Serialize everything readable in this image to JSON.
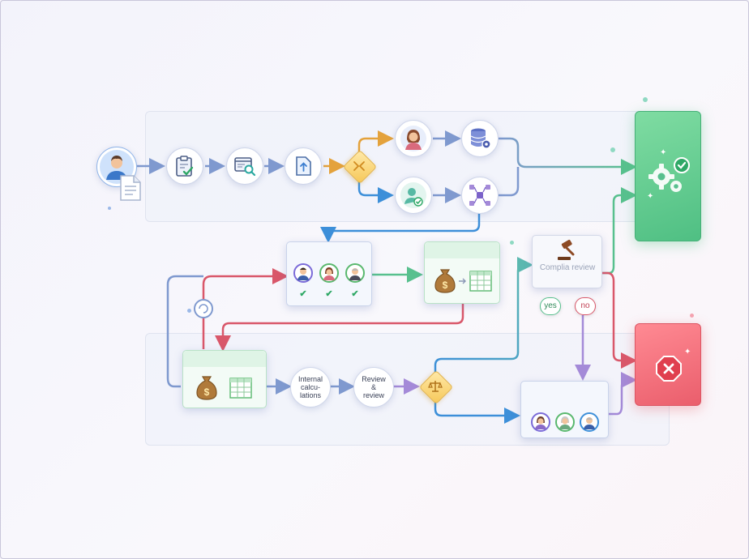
{
  "nodes": {
    "internal_calc": "Internal calcu-lations",
    "review": "Review & review",
    "compliance": "Complia review"
  },
  "decisions": {
    "yes_label": "yes",
    "no_label": "no"
  },
  "colors": {
    "blue_arrow": "#7f99cf",
    "orange_arrow": "#e4a23c",
    "bright_blue_arrow": "#3d8fd9",
    "red_arrow": "#d9576a",
    "green_arrow": "#58c08e",
    "purple_arrow": "#a48ad8",
    "teal_arrow": "#5bb8b0",
    "success": "#5cc98a",
    "failure": "#ef6b78"
  },
  "icons": {
    "start": "user-with-document-icon",
    "step1": "clipboard-check-icon",
    "step2": "browser-search-icon",
    "step3": "upload-icon",
    "decision1": "split-arrow-icon",
    "step4a": "female-user-icon",
    "step4b": "user-check-icon",
    "step5a": "database-gear-icon",
    "step5b": "network-nodes-icon",
    "success": "gears-check-icon",
    "failure": "stop-x-icon",
    "approvers": "three-avatars-icon",
    "budget": "money-bag-spreadsheet-icon",
    "compliance": "gavel-icon",
    "loop": "loop-icon",
    "decision2": "scales-icon",
    "reviewers": "three-avatars-icon"
  }
}
